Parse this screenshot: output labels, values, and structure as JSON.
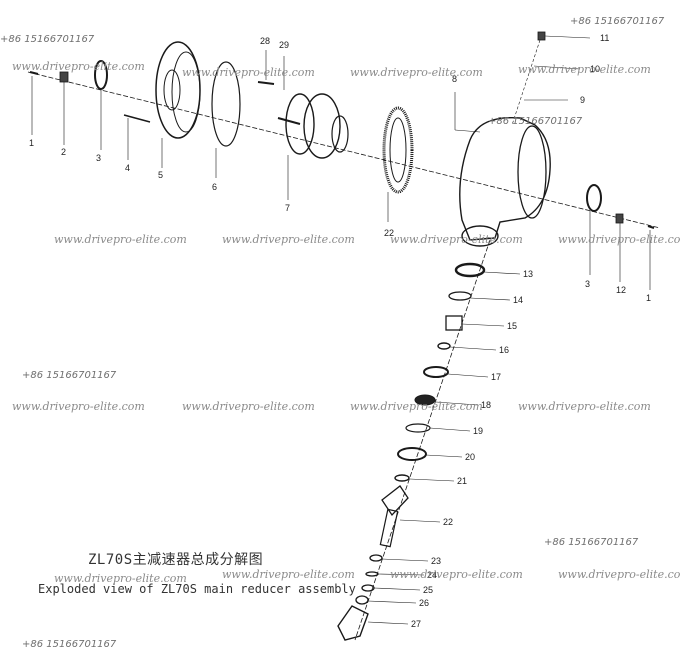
{
  "watermarks": {
    "site": "www.drivepro-elite.com",
    "phone": "+86 15166701167"
  },
  "caption": {
    "chinese": "ZL70S主减速器总成分解图",
    "english": "Exploded view of ZL70S main reducer assembly"
  },
  "part_labels": [
    "1",
    "2",
    "3",
    "4",
    "5",
    "6",
    "7",
    "8",
    "9",
    "10",
    "11",
    "12",
    "13",
    "14",
    "15",
    "16",
    "17",
    "18",
    "19",
    "20",
    "21",
    "22",
    "23",
    "24",
    "25",
    "26",
    "27",
    "28",
    "29"
  ],
  "right_labels": {
    "bearing_cup": "3",
    "nut": "12",
    "bolt": "1",
    "pinion": "22"
  },
  "colors": {
    "line": "#1a1a1a",
    "watermark": "#8a8a8a"
  }
}
